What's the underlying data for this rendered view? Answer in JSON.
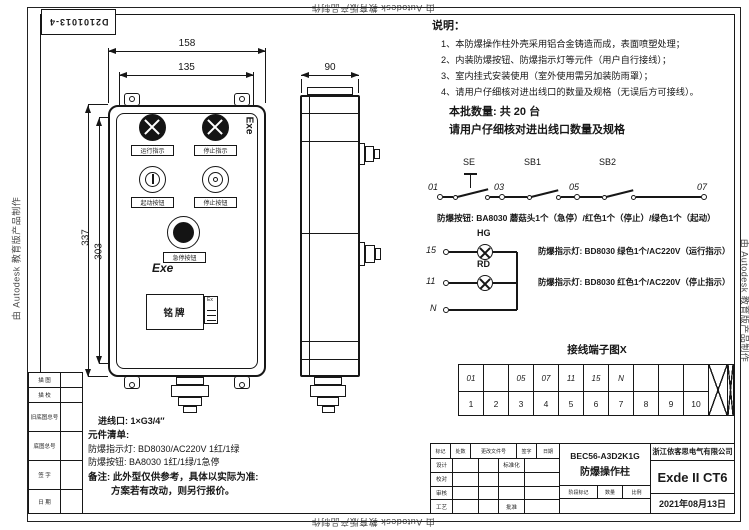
{
  "frame": {
    "watermark": "由 Autodesk 教育版产品制作",
    "doc_number": "D2101013-4"
  },
  "front_view": {
    "dim_outer_width": "158",
    "dim_inner_width": "135",
    "dim_outer_height": "337",
    "dim_inner_height": "303",
    "exe_top": "Exe",
    "exe_mid": "Exe",
    "indicator_run_label": "运行指示",
    "indicator_stop_label": "停止指示",
    "start_button_label": "起动按钮",
    "stop_button_label": "停止按钮",
    "estop_button_label": "急停按钮",
    "nameplate_label": "铭牌",
    "ex_cert_mark": "Ex",
    "inlet_note": "进线口:  1×G3/4″"
  },
  "side_view": {
    "dim_width": "90"
  },
  "notes": {
    "title": "说明：",
    "item1": "1、本防爆操作柱外壳采用铝合金铸造而成，表面喷塑处理；",
    "item2": "2、内装防爆按钮、防爆指示灯等元件（用户自行接线）；",
    "item3": "3、室内挂式安装使用（室外使用需另加装防雨罩）；",
    "item4": "4、请用户仔细核对进出线口的数量及规格（无误后方可接线）。",
    "batch_qty": "本批数量: 共 20 台",
    "check_note": "请用户仔细核对进出线口数量及规格"
  },
  "circuit": {
    "t01": "01",
    "t03": "03",
    "t05": "05",
    "t07": "07",
    "se": "SE",
    "sb1": "SB1",
    "sb2": "SB2",
    "t15": "15",
    "t11": "11",
    "tn": "N",
    "hg": "HG",
    "rd": "RD",
    "button_spec": "防爆按钮: BA8030  蘑菇头1个（急停）/红色1个（停止）/绿色1个（起动）",
    "lamp_green_spec": "防爆指示灯: BD8030 绿色1个/AC220V（运行指示）",
    "lamp_red_spec": "防爆指示灯: BD8030 红色1个/AC220V（停止指示）"
  },
  "terminal": {
    "title": "接线端子图X",
    "top_row": [
      "01",
      "",
      "05",
      "07",
      "11",
      "15",
      "N",
      "",
      "",
      ""
    ],
    "bottom_row": [
      "1",
      "2",
      "3",
      "4",
      "5",
      "6",
      "7",
      "8",
      "9",
      "10"
    ]
  },
  "bom": {
    "title": "元件清单:",
    "line1": "防爆指示灯: BD8030/AC220V    1红/1绿",
    "line2": "防爆按钮: BA8030         1红/1绿/1急停",
    "remark1": "备注: 此外型仅供参考，具体以实际为准:",
    "remark2": "方案若有改动，则另行报价。"
  },
  "title_block": {
    "company": "浙江依客思电气有限公司",
    "model": "BEC56-A3D2K1G",
    "product_name": "防爆操作柱",
    "ex_rating": "Exde II CT6",
    "date": "2021年08月13日",
    "rev_col1": "标记",
    "rev_col2": "处数",
    "rev_col3": "更改文件号",
    "rev_col4": "签字",
    "rev_col5": "日期",
    "sign1": "设计",
    "sign2": "校对",
    "sign3": "审核",
    "sign4": "工艺",
    "std": "标准化",
    "approve": "批准",
    "stage": "阶段标记",
    "qty": "数量",
    "scale": "比例"
  },
  "left_table": {
    "r1": "描 图",
    "r2": "描 校",
    "r3": "旧底图总号",
    "r4": "底图总号",
    "r5": "签 字",
    "r6": "日 期"
  }
}
